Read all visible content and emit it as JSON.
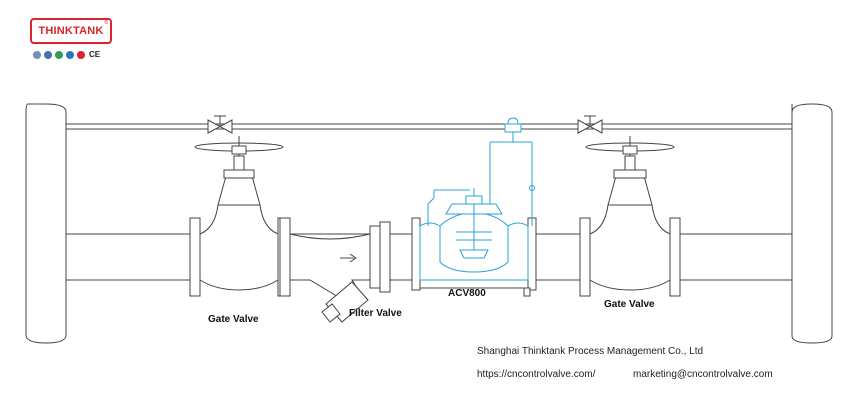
{
  "logo": {
    "text": "THINKTANK",
    "mark": "®",
    "color": "#d8262a"
  },
  "certifications": {
    "icons": [
      "cert-badge-1",
      "cert-badge-2",
      "cert-badge-3",
      "cert-badge-4",
      "cert-badge-5"
    ],
    "ce": "CE"
  },
  "labels": {
    "gate_valve_left": "Gate Valve",
    "filter_valve": "Filter Valve",
    "acv": "ACV800",
    "gate_valve_right": "Gate Valve"
  },
  "footer": {
    "company": "Shanghai Thinktank Process Management Co., Ltd",
    "website": "https://cncontrolvalve.com/",
    "email": "marketing@cncontrolvalve.com"
  },
  "colors": {
    "line": "#444444",
    "pilot": "#29a3d6",
    "brand": "#d8262a"
  }
}
